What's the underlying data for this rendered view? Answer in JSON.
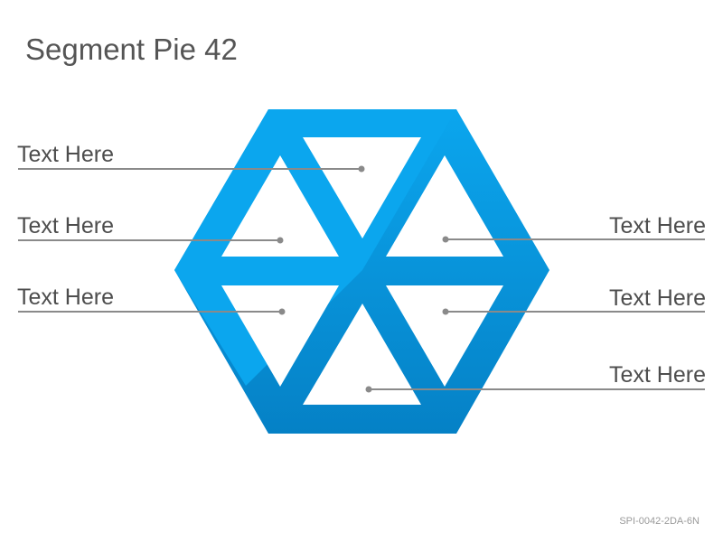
{
  "title": "Segment Pie 42",
  "code": "SPI-0042-2DA-6N",
  "colors": {
    "hex_light": "#0ba6ee",
    "hex_dark": "#0581c6",
    "leader": "#8a8a8a",
    "label": "#4d4d4d",
    "title": "#555555"
  },
  "labels": [
    {
      "text": "Text Here",
      "side": "left"
    },
    {
      "text": "Text Here",
      "side": "left"
    },
    {
      "text": "Text Here",
      "side": "left"
    },
    {
      "text": "Text Here",
      "side": "right"
    },
    {
      "text": "Text Here",
      "side": "right"
    },
    {
      "text": "Text Here",
      "side": "right"
    }
  ]
}
